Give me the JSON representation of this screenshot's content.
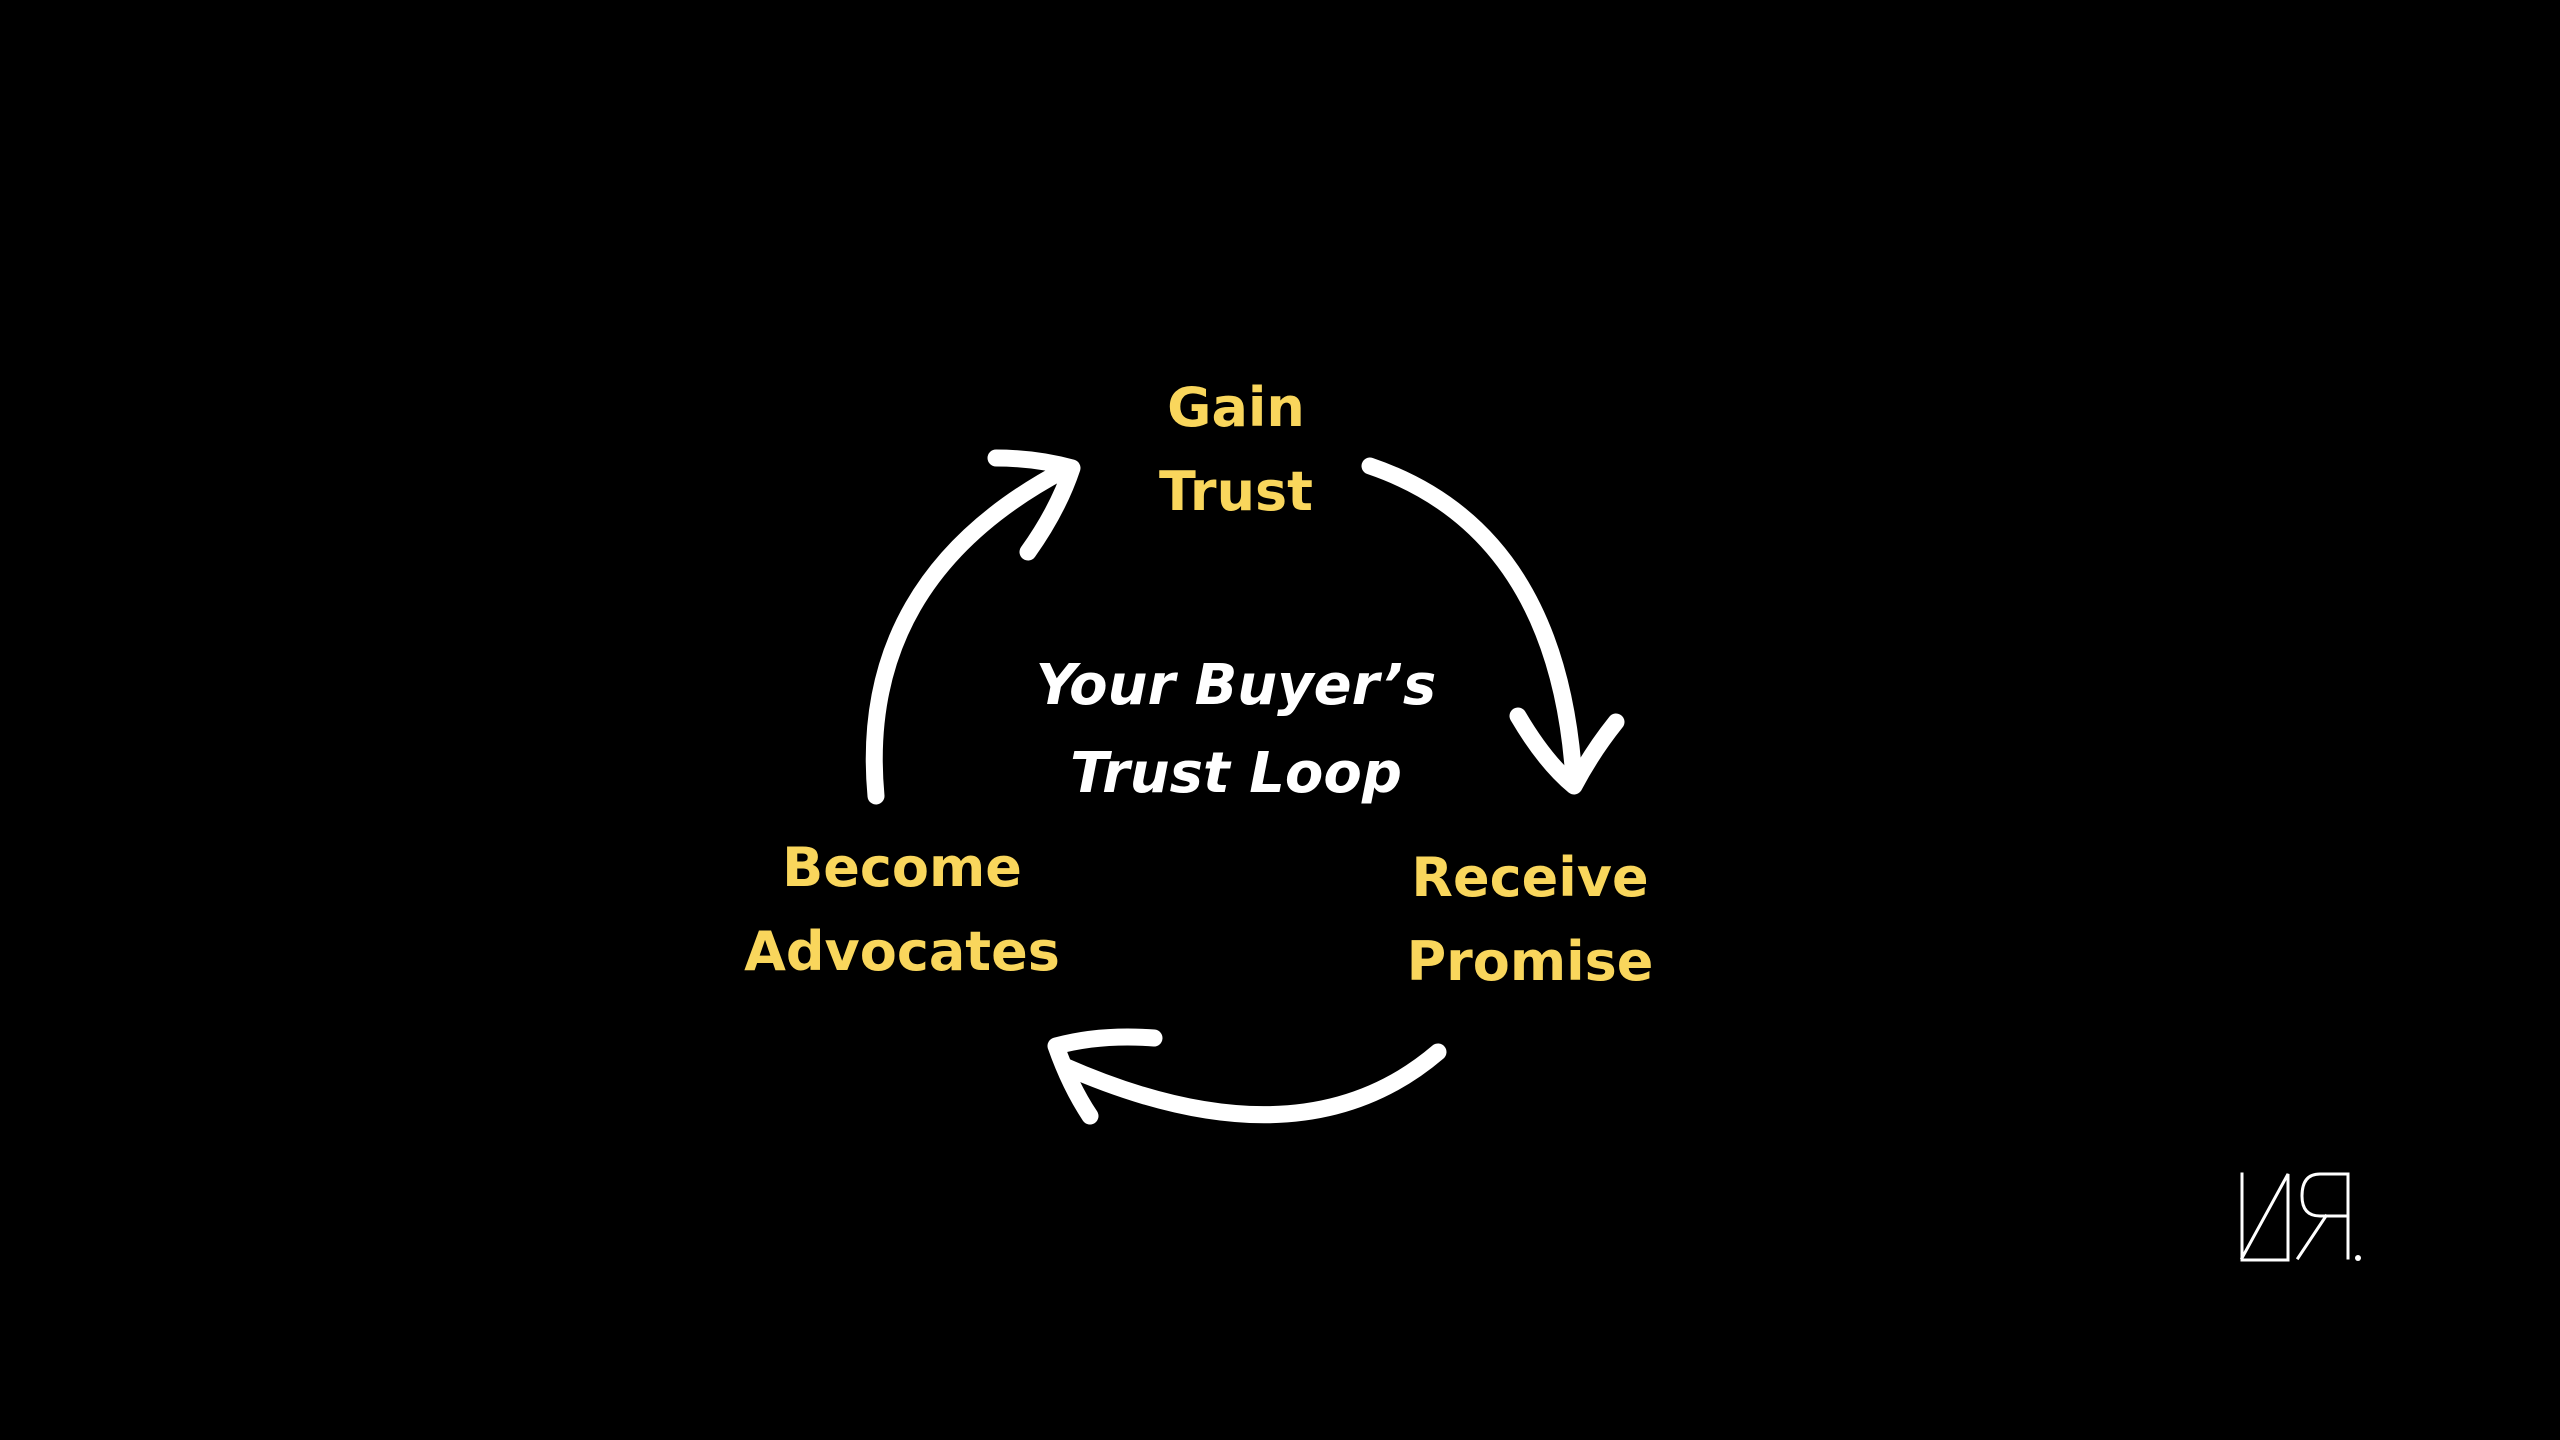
{
  "diagram": {
    "center_title": {
      "line1": "Your Buyer’s",
      "line2": "Trust Loop"
    },
    "stages": [
      {
        "line1": "Gain",
        "line2": "Trust"
      },
      {
        "line1": "Receive",
        "line2": "Promise"
      },
      {
        "line1": "Become",
        "line2": "Advocates"
      }
    ],
    "flow": "clockwise"
  },
  "colors": {
    "background": "#000000",
    "stage_text": "#F9D65C",
    "center_text": "#FFFFFF",
    "arrows": "#FFFFFF"
  },
  "logo": {
    "icon": "monogram-logo-icon"
  }
}
